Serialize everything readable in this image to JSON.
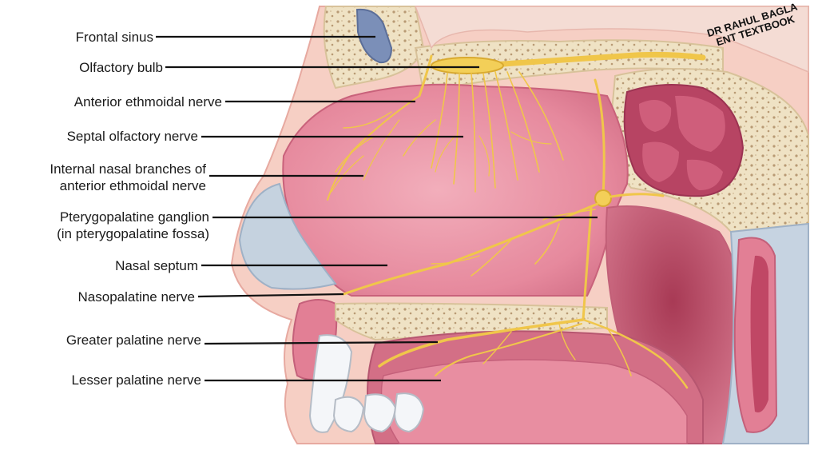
{
  "brand": {
    "line1": "DR RAHUL BAGLA",
    "line2": "ENT TEXTBOOK"
  },
  "colors": {
    "mucosa": "#e27f95",
    "mucosa_light": "#f0a7b3",
    "bone": "#efe2c4",
    "bone_pore": "#b89a74",
    "cartilage": "#c5d2df",
    "nerve": "#f0c64a",
    "skin": "#f6cfc4"
  },
  "labels": [
    {
      "id": "frontal-sinus",
      "lines": [
        "Frontal sinus"
      ]
    },
    {
      "id": "olfactory-bulb",
      "lines": [
        "Olfactory bulb"
      ]
    },
    {
      "id": "anterior-ethmoidal-nerve",
      "lines": [
        "Anterior ethmoidal nerve"
      ]
    },
    {
      "id": "septal-olfactory-nerve",
      "lines": [
        "Septal olfactory nerve"
      ]
    },
    {
      "id": "internal-nasal-branches",
      "lines": [
        "Internal nasal branches of",
        "anterior ethmoidal nerve"
      ]
    },
    {
      "id": "pterygopalatine-ganglion",
      "lines": [
        "Pterygopalatine ganglion",
        "(in pterygopalatine fossa)"
      ]
    },
    {
      "id": "nasal-septum",
      "lines": [
        "Nasal septum"
      ]
    },
    {
      "id": "nasopalatine-nerve",
      "lines": [
        "Nasopalatine nerve"
      ]
    },
    {
      "id": "greater-palatine-nerve",
      "lines": [
        "Greater palatine nerve"
      ]
    },
    {
      "id": "lesser-palatine-nerve",
      "lines": [
        "Lesser palatine nerve"
      ]
    }
  ]
}
